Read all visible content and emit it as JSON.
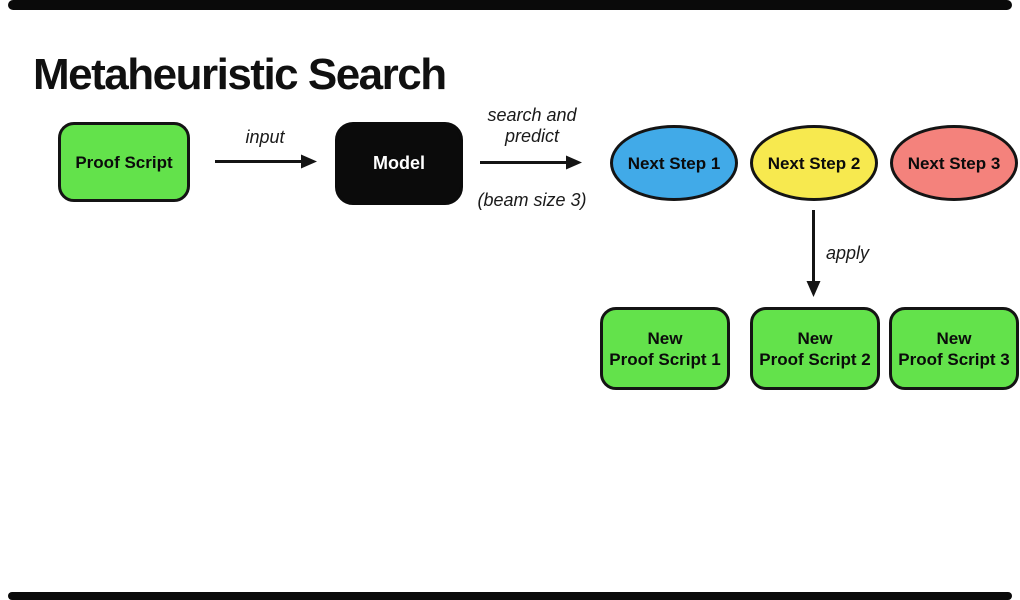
{
  "title": "Metaheuristic Search",
  "diagram": {
    "proof_script": {
      "label": "Proof Script"
    },
    "input_arrow": {
      "label": "input"
    },
    "model": {
      "label": "Model"
    },
    "search_arrow": {
      "label_line1": "search and",
      "label_line2": "predict",
      "sublabel": "(beam size 3)"
    },
    "next_steps": [
      {
        "label": "Next Step 1",
        "color": "#41AAE8"
      },
      {
        "label": "Next Step 2",
        "color": "#F7E94F"
      },
      {
        "label": "Next Step 3",
        "color": "#F4827C"
      }
    ],
    "apply_arrow": {
      "label": "apply"
    },
    "new_proof_scripts": [
      {
        "line1": "New",
        "line2": "Proof Script 1"
      },
      {
        "line1": "New",
        "line2": "Proof Script 2"
      },
      {
        "line1": "New",
        "line2": "Proof Script 3"
      }
    ]
  },
  "colors": {
    "node_green": "#63E24B",
    "node_blue": "#41AAE8",
    "node_yellow": "#F7E94F",
    "node_red": "#F4827C",
    "model_bg": "#0B0B0B",
    "border": "#141414",
    "letterbox": "#0A0A0A"
  }
}
